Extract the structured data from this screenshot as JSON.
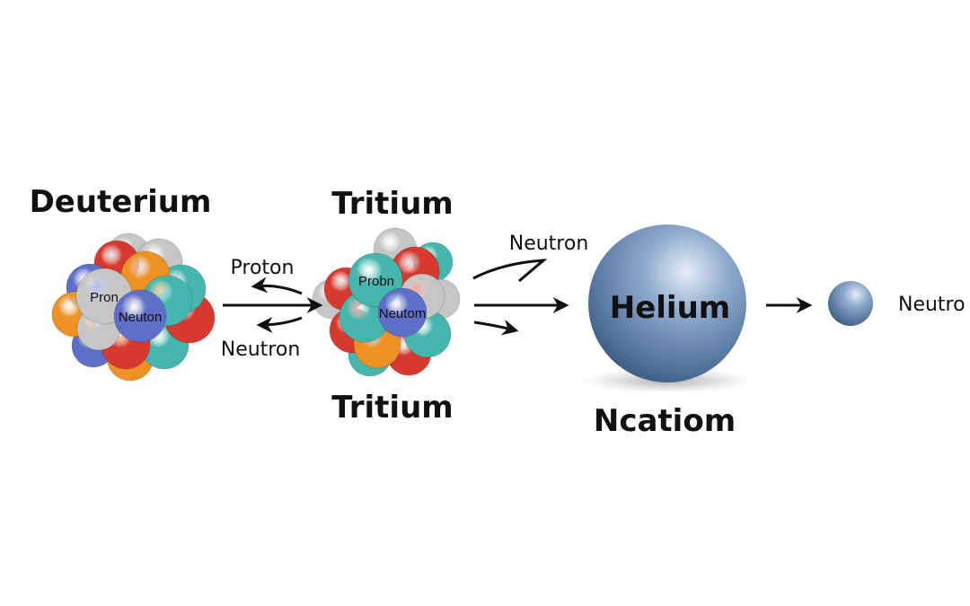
{
  "titles": {
    "deuterium": "Deuterium",
    "tritium_top": "Tritium",
    "tritium_bottom": "Tritium",
    "helium": "Helium",
    "helium_caption": "Ncatiom"
  },
  "labels": {
    "proton_arrow": "Proton",
    "neutron_arrow": "Neutron",
    "neutron_in": "Neutron",
    "neutron_out": "Neutro",
    "deuterium_proton": "Pron",
    "deuterium_neutron": "Neuton",
    "tritium_proton": "Probn",
    "tritium_neutron": "Neutom"
  },
  "colors": {
    "red": "#d63a2f",
    "orange": "#ee9226",
    "teal": "#45b6ae",
    "blue": "#5f6fc9",
    "gray": "#c6c6c6",
    "helium": "#6f8fb8"
  }
}
